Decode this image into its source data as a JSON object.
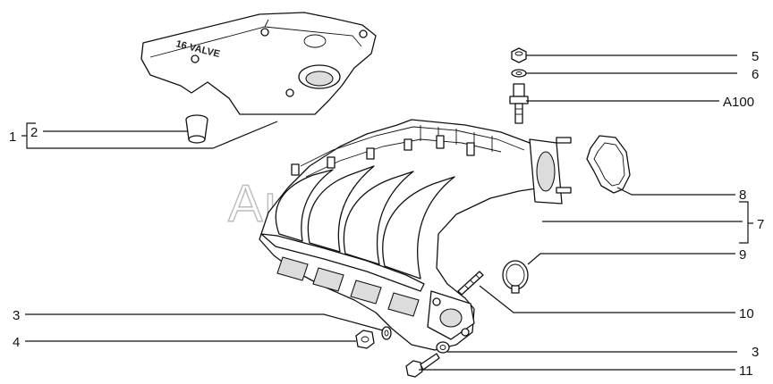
{
  "watermark": "AutoSoft",
  "cover": {
    "emblem": "16 VALVE"
  },
  "callouts": {
    "c1": "1",
    "c2": "2",
    "c3_left": "3",
    "c4": "4",
    "c5": "5",
    "c6": "6",
    "a100": "A100",
    "c8": "8",
    "c7": "7",
    "c9": "9",
    "c10": "10",
    "c3_right": "3",
    "c11": "11"
  }
}
